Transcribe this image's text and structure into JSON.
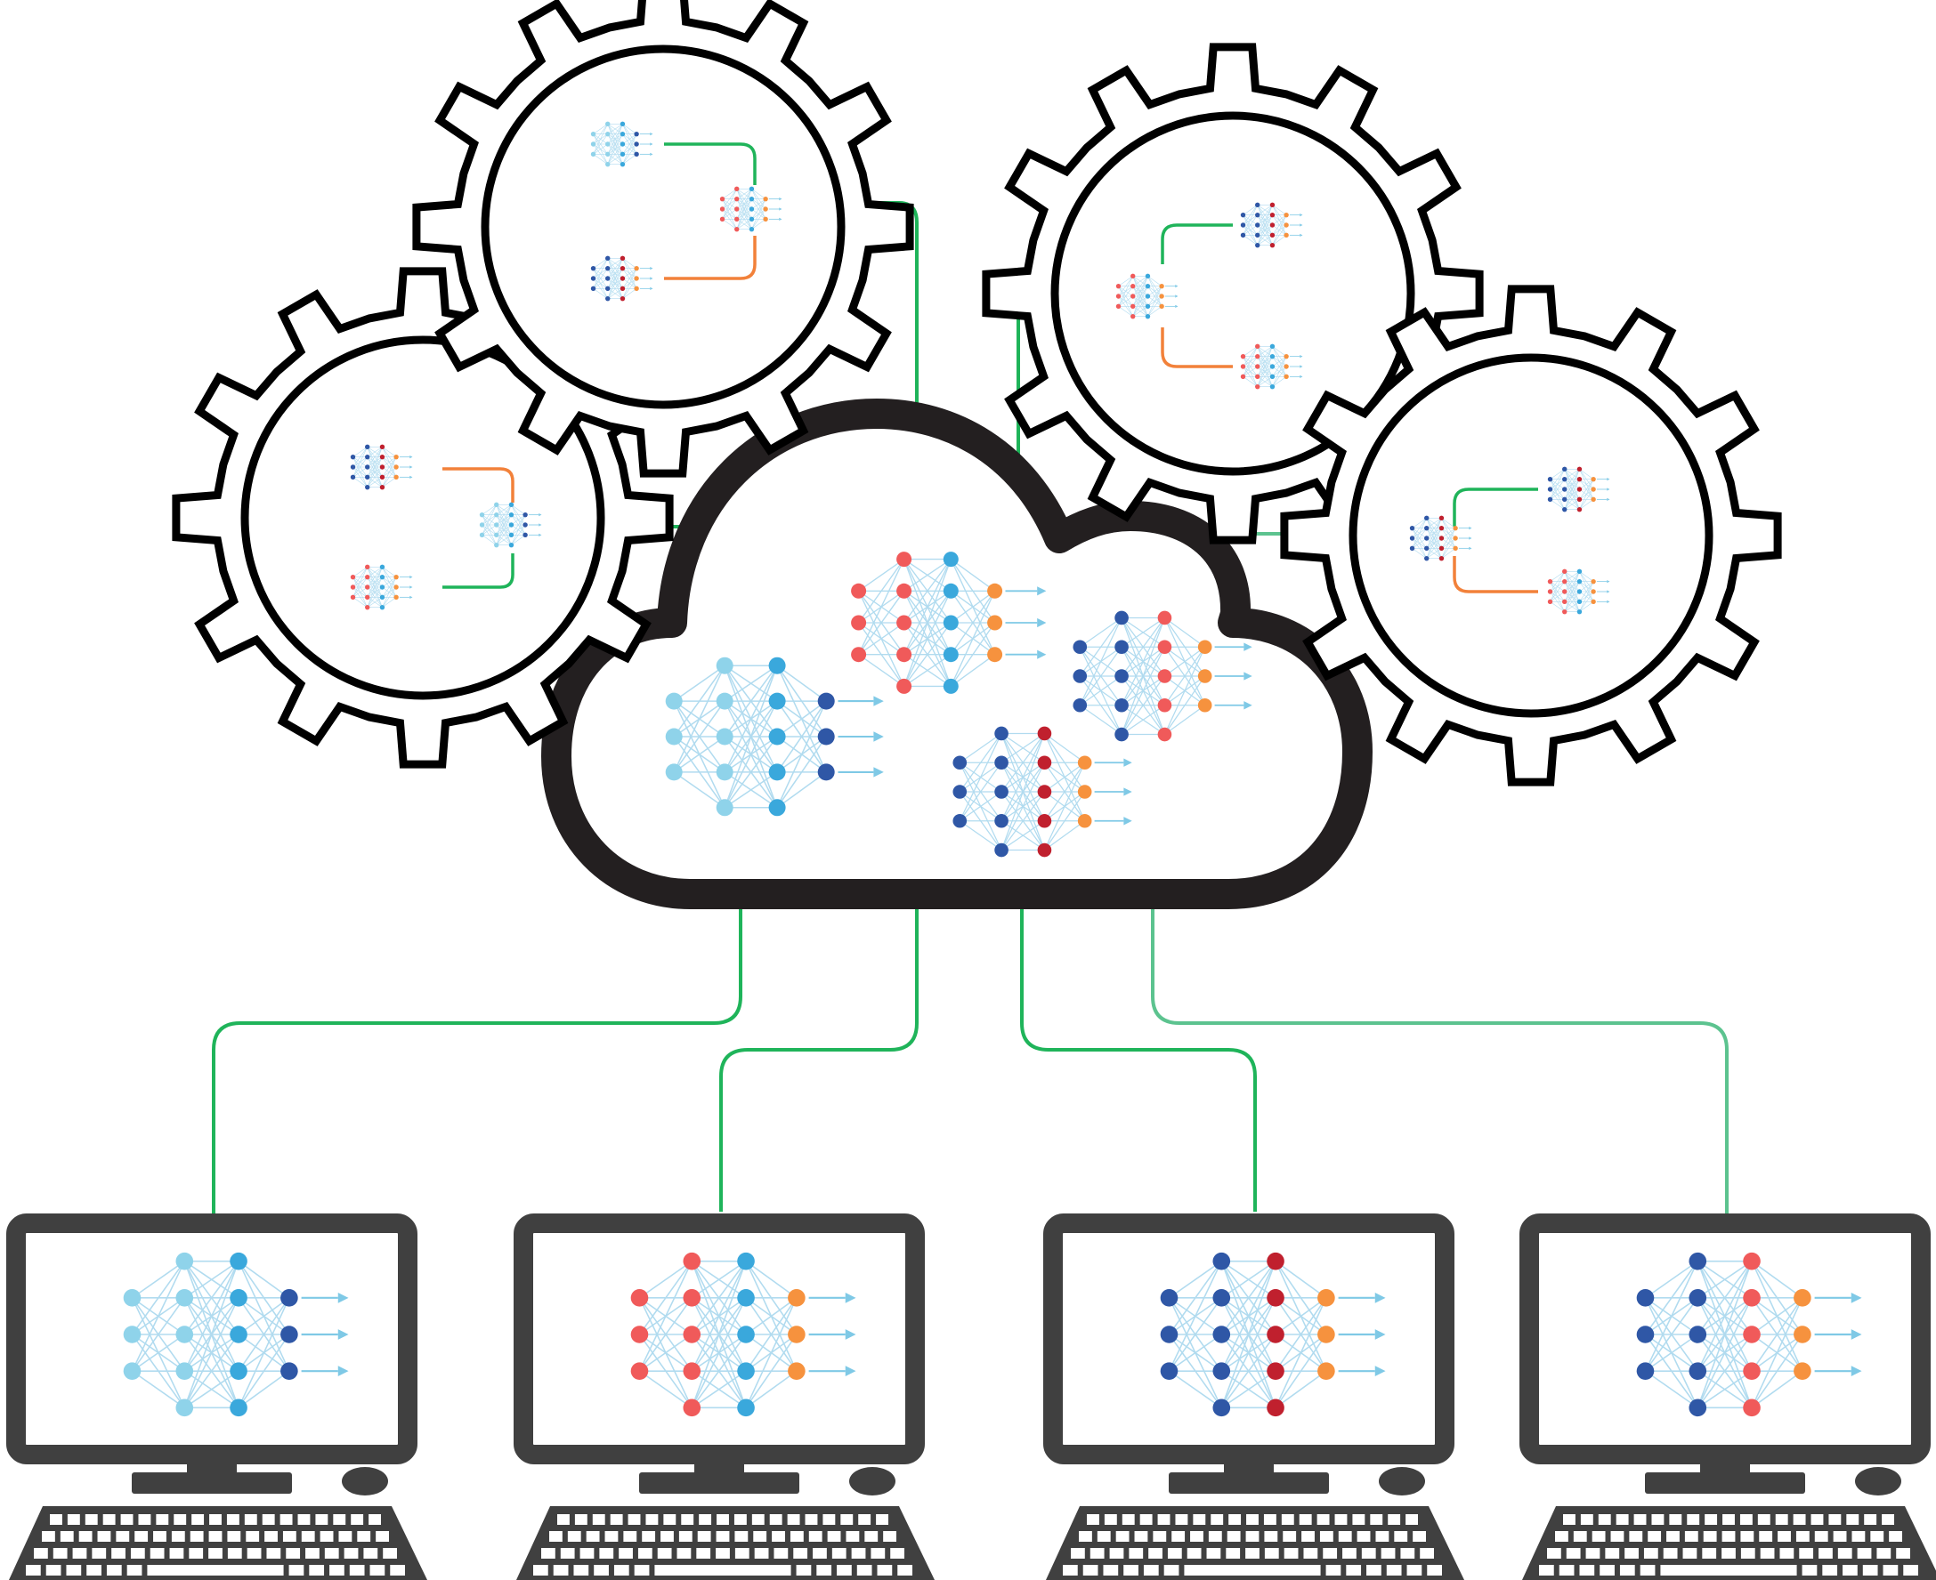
{
  "colors": {
    "outline": "#000000",
    "cloud": "#231f20",
    "computer": "#404040",
    "link": "#1fb45a",
    "link_light": "#5cc38f",
    "link_orange": "#f2813a",
    "arrow": "#7fc9e6"
  },
  "palettes": {
    "light": {
      "in": "#8fd3ea",
      "h1": "#8fd3ea",
      "h2": "#3aa8dc",
      "out": "#2f57a6"
    },
    "red": {
      "in": "#f05a5a",
      "h1": "#f05a5a",
      "h2": "#3aa8dc",
      "out": "#f6923e"
    },
    "blue": {
      "in": "#2f57a6",
      "h1": "#2f57a6",
      "h2": "#c0202e",
      "out": "#f6923e"
    },
    "mixed": {
      "in": "#2f57a6",
      "h1": "#2f57a6",
      "h2": "#f05a5a",
      "out": "#f6923e"
    }
  },
  "diagram": {
    "gears": [
      {
        "name": "gear-top-left",
        "networks": [
          "blue",
          "light",
          "red"
        ]
      },
      {
        "name": "gear-top-center",
        "networks": [
          "light",
          "red",
          "blue"
        ]
      },
      {
        "name": "gear-top-right",
        "networks": [
          "blue",
          "red",
          "red"
        ]
      },
      {
        "name": "gear-right",
        "networks": [
          "blue",
          "blue",
          "red"
        ]
      }
    ],
    "cloud_networks": [
      "light",
      "red",
      "blue",
      "mixed"
    ],
    "computers": [
      {
        "name": "computer-1",
        "network": "light"
      },
      {
        "name": "computer-2",
        "network": "red"
      },
      {
        "name": "computer-3",
        "network": "blue"
      },
      {
        "name": "computer-4",
        "network": "mixed"
      }
    ]
  }
}
